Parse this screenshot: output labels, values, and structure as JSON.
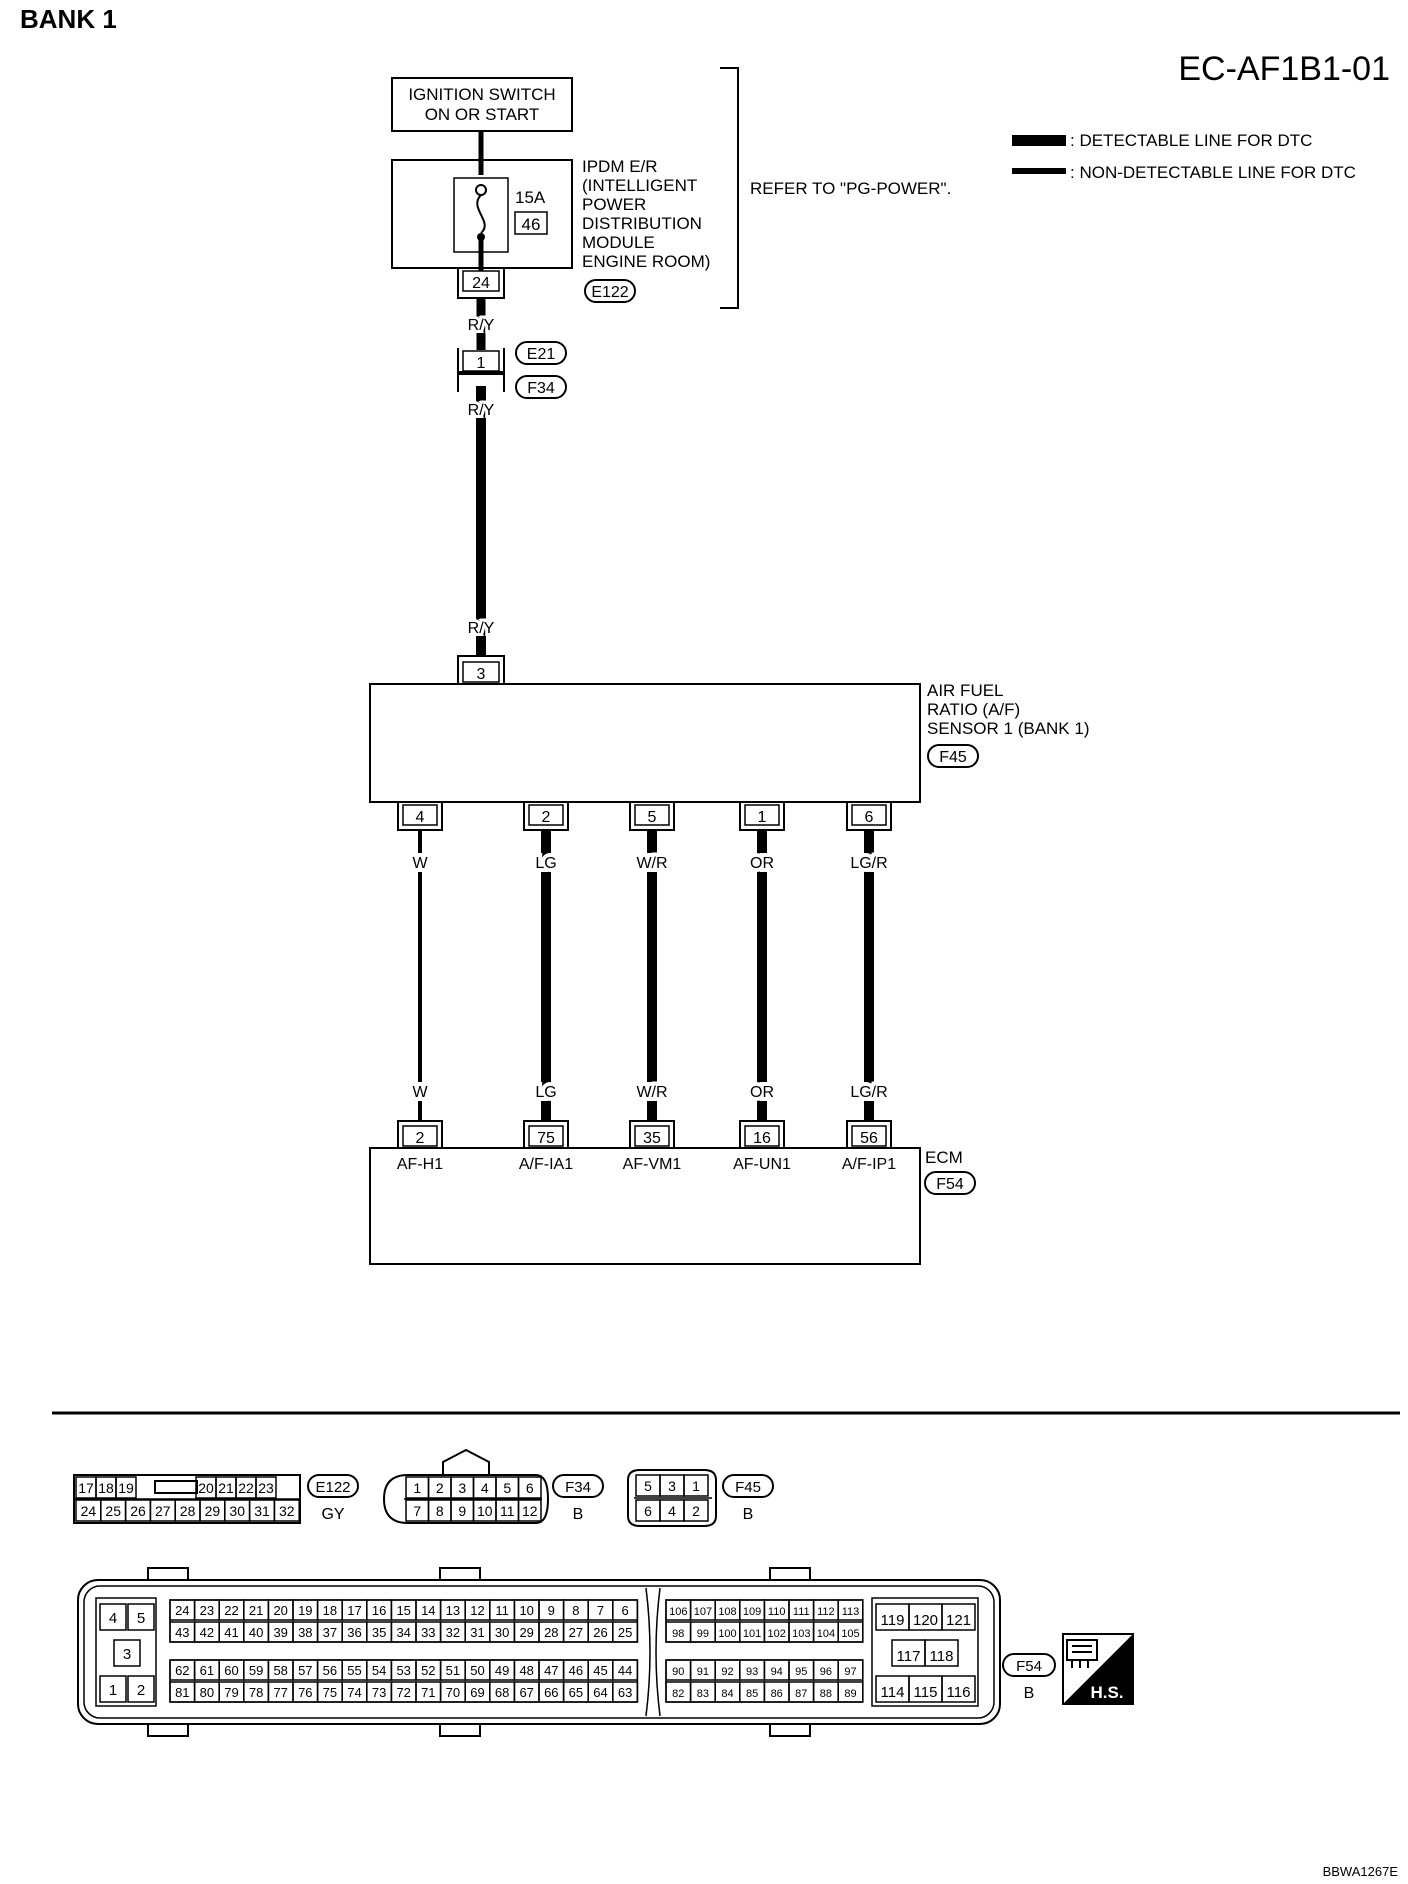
{
  "page": {
    "bank_title": "BANK 1",
    "diagram_code": "EC-AF1B1-01",
    "figure_id": "BBWA1267E"
  },
  "legend": {
    "detectable": ": DETECTABLE LINE FOR DTC",
    "non_detectable": ": NON-DETECTABLE LINE FOR DTC"
  },
  "power": {
    "ignition_line1": "IGNITION SWITCH",
    "ignition_line2": "ON OR START",
    "ipdm_lines": [
      "IPDM E/R",
      "(INTELLIGENT",
      "POWER",
      "DISTRIBUTION",
      "MODULE",
      "ENGINE ROOM)"
    ],
    "fuse_rating": "15A",
    "fuse_number": "46",
    "ipdm_pin": "24",
    "ipdm_connector": "E122",
    "refer_note": "REFER TO \"PG-POWER\"."
  },
  "joint": {
    "pin": "1",
    "connector_top": "E21",
    "connector_bottom": "F34"
  },
  "wire_color_ry": "R/Y",
  "sensor": {
    "pin": "3",
    "lines": [
      "AIR FUEL",
      "RATIO (A/F)",
      "SENSOR 1 (BANK 1)"
    ],
    "connector": "F45"
  },
  "circuits": [
    {
      "sensor_pin": "4",
      "color": "W",
      "ecm_pin": "2",
      "signal": "AF-H1",
      "line": "non-detectable"
    },
    {
      "sensor_pin": "2",
      "color": "LG",
      "ecm_pin": "75",
      "signal": "A/F-IA1",
      "line": "detectable"
    },
    {
      "sensor_pin": "5",
      "color": "W/R",
      "ecm_pin": "35",
      "signal": "AF-VM1",
      "line": "detectable"
    },
    {
      "sensor_pin": "1",
      "color": "OR",
      "ecm_pin": "16",
      "signal": "AF-UN1",
      "line": "detectable"
    },
    {
      "sensor_pin": "6",
      "color": "LG/R",
      "ecm_pin": "56",
      "signal": "A/F-IP1",
      "line": "detectable"
    }
  ],
  "ecm": {
    "label": "ECM",
    "connector": "F54"
  },
  "connector_views": {
    "e122": {
      "id": "E122",
      "color": "GY",
      "top": [
        "17",
        "18",
        "19",
        "",
        "20",
        "21",
        "22",
        "23"
      ],
      "bottom": [
        "24",
        "25",
        "26",
        "27",
        "28",
        "29",
        "30",
        "31",
        "32"
      ]
    },
    "f34": {
      "id": "F34",
      "color": "B",
      "top": [
        "1",
        "2",
        "3",
        "4",
        "5",
        "6"
      ],
      "bottom": [
        "7",
        "8",
        "9",
        "10",
        "11",
        "12"
      ]
    },
    "f45": {
      "id": "F45",
      "color": "B",
      "top": [
        "5",
        "3",
        "1"
      ],
      "bottom": [
        "6",
        "4",
        "2"
      ]
    },
    "f54": {
      "id": "F54",
      "color": "B",
      "hs_label": "H.S.",
      "small_block": [
        "4",
        "5",
        "3",
        "1",
        "2"
      ],
      "g1_row1": [
        "24",
        "23",
        "22",
        "21",
        "20",
        "19",
        "18",
        "17",
        "16",
        "15",
        "14",
        "13",
        "12",
        "11",
        "10",
        "9",
        "8",
        "7",
        "6"
      ],
      "g1_row2": [
        "43",
        "42",
        "41",
        "40",
        "39",
        "38",
        "37",
        "36",
        "35",
        "34",
        "33",
        "32",
        "31",
        "30",
        "29",
        "28",
        "27",
        "26",
        "25"
      ],
      "g1_row3": [
        "62",
        "61",
        "60",
        "59",
        "58",
        "57",
        "56",
        "55",
        "54",
        "53",
        "52",
        "51",
        "50",
        "49",
        "48",
        "47",
        "46",
        "45",
        "44"
      ],
      "g1_row4": [
        "81",
        "80",
        "79",
        "78",
        "77",
        "76",
        "75",
        "74",
        "73",
        "72",
        "71",
        "70",
        "69",
        "68",
        "67",
        "66",
        "65",
        "64",
        "63"
      ],
      "g2_row1": [
        "106",
        "107",
        "108",
        "109",
        "110",
        "111",
        "112",
        "113"
      ],
      "g2_row2": [
        "98",
        "99",
        "100",
        "101",
        "102",
        "103",
        "104",
        "105"
      ],
      "g2_row3": [
        "90",
        "91",
        "92",
        "93",
        "94",
        "95",
        "96",
        "97"
      ],
      "g2_row4": [
        "82",
        "83",
        "84",
        "85",
        "86",
        "87",
        "88",
        "89"
      ],
      "g3_row1": [
        "119",
        "120",
        "121"
      ],
      "g3_row2": [
        "117",
        "118"
      ],
      "g3_row3": [
        "114",
        "115",
        "116"
      ]
    }
  }
}
